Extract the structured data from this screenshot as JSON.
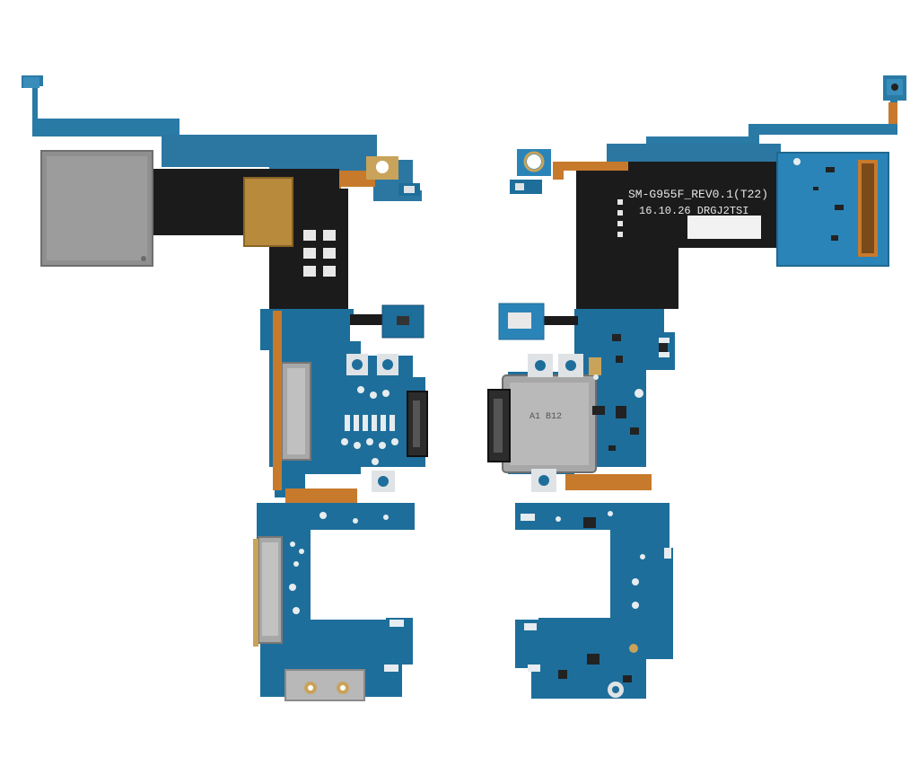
{
  "image": {
    "background": "#ffffff",
    "subject": "Charging port flex cable assembly, front and back view",
    "colors": {
      "pcb_blue": "#1e6e9b",
      "pcb_blue_dark": "#1a5a80",
      "copper": "#c77a2c",
      "black_flex": "#1b1b1b",
      "steel": "#8d8d8d",
      "gold": "#c9a35a",
      "pad": "#dfe3e6"
    }
  },
  "right_board": {
    "silkscreen_line1": "SM-G955F_REV0.1(T22)",
    "silkscreen_line2": "16.10.26   DRGJ2TSI",
    "connector_marks": "A1  B12"
  }
}
